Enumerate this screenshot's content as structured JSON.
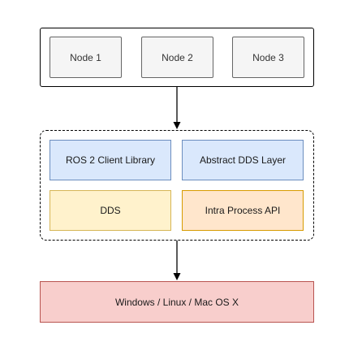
{
  "nodes": {
    "node1": "Node 1",
    "node2": "Node 2",
    "node3": "Node 3"
  },
  "layers": {
    "client_library": "ROS 2 Client Library",
    "abstract_dds": "Abstract DDS Layer",
    "dds": "DDS",
    "intra_process": "Intra Process API"
  },
  "os": {
    "label": "Windows / Linux / Mac OS X"
  },
  "colors": {
    "blue_fill": "#dae8fc",
    "blue_stroke": "#6c8ebf",
    "yellow_fill": "#fff2cc",
    "yellow_stroke": "#d6b656",
    "orange_fill": "#ffe6cc",
    "orange_stroke": "#d79b00",
    "red_fill": "#f8cecc",
    "red_stroke": "#b85450",
    "node_fill": "#f5f5f5",
    "node_stroke": "#666666"
  }
}
